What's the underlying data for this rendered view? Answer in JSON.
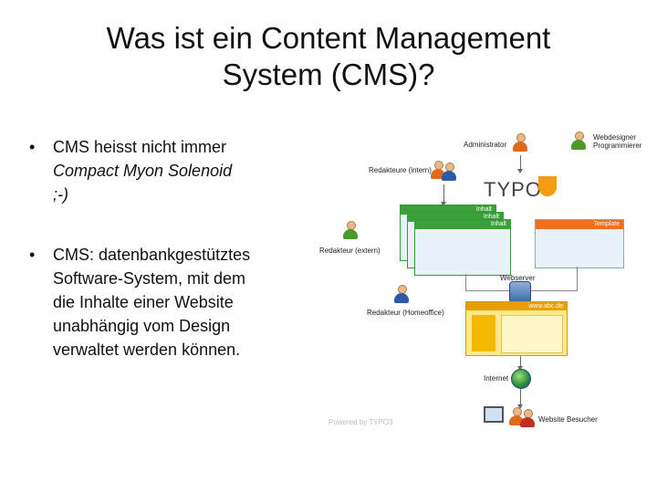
{
  "slide": {
    "title_line1": "Was ist ein Content Management",
    "title_line2": "System (CMS)?",
    "bullet_char": "•",
    "bullet1": {
      "line1": "CMS heisst nicht immer",
      "line2": "Compact Myon Solenoid",
      "line3": ";-)"
    },
    "bullet2": {
      "line1": "CMS: datenbankgestütztes",
      "line2": "Software-System, mit dem",
      "line3": "die Inhalte einer Website",
      "line4": "unabhängig vom Design",
      "line5": "verwaltet werden können."
    }
  },
  "diagram": {
    "administrator": "Administrator",
    "webdesigner_line1": "Webdesigner",
    "webdesigner_line2": "Programmierer",
    "redakteure_intern": "Redakteure (intern)",
    "logo": "TYPO3",
    "redakteur_extern": "Redakteur (extern)",
    "window_inhalt": "Inhalt",
    "template": "Template",
    "webserver": "Webserver",
    "redakteur_homeoffice": "Redakteur (Homeoffice)",
    "webpage_url": "www.abc.de",
    "internet": "Internet",
    "website_besucher": "Website Besucher",
    "powered": "Powered by TYPO3"
  },
  "colors": {
    "typo3_orange": "#f39c12",
    "content_window_green": "#3aa03a",
    "template_orange": "#f07020"
  }
}
